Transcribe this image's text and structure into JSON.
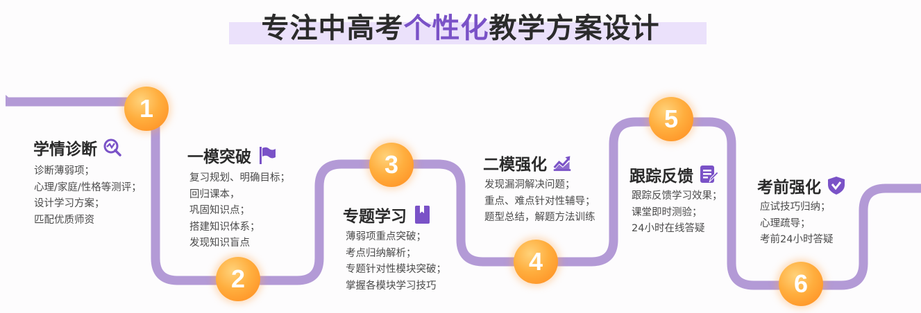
{
  "header": {
    "title_prefix": "专注中高考",
    "title_highlight": "个性化",
    "title_suffix": "教学方案设计"
  },
  "colors": {
    "path": "#b39ad6",
    "accent": "#7a52c7",
    "badge": "#ff9a2e"
  },
  "steps": [
    {
      "number": "1",
      "title": "学情诊断",
      "icon": "search-chart-icon",
      "items": [
        "诊断薄弱项；",
        "心理/家庭/性格等测评；",
        "设计学习方案；",
        "匹配优质师资"
      ]
    },
    {
      "number": "2",
      "title": "一模突破",
      "icon": "flag-icon",
      "items": [
        "复习规划、明确目标；",
        "回归课本，",
        "巩固知识点；",
        "搭建知识体系；",
        "发现知识盲点"
      ]
    },
    {
      "number": "3",
      "title": "专题学习",
      "icon": "book-icon",
      "items": [
        "薄弱项重点突破；",
        "考点归纳解析；",
        "专题针对性模块突破；",
        "掌握各模块学习技巧"
      ]
    },
    {
      "number": "4",
      "title": "二模强化",
      "icon": "trend-chart-icon",
      "items": [
        "发现漏洞解决问题；",
        "重点、难点针对性辅导；",
        "题型总结，解题方法训练"
      ]
    },
    {
      "number": "5",
      "title": "跟踪反馈",
      "icon": "edit-document-icon",
      "items": [
        "跟踪反馈学习效果；",
        "课堂即时测验；",
        "24小时在线答疑"
      ]
    },
    {
      "number": "6",
      "title": "考前强化",
      "icon": "shield-check-icon",
      "items": [
        "应试技巧归纳；",
        "心理疏导；",
        "考前24小时答疑"
      ]
    }
  ]
}
